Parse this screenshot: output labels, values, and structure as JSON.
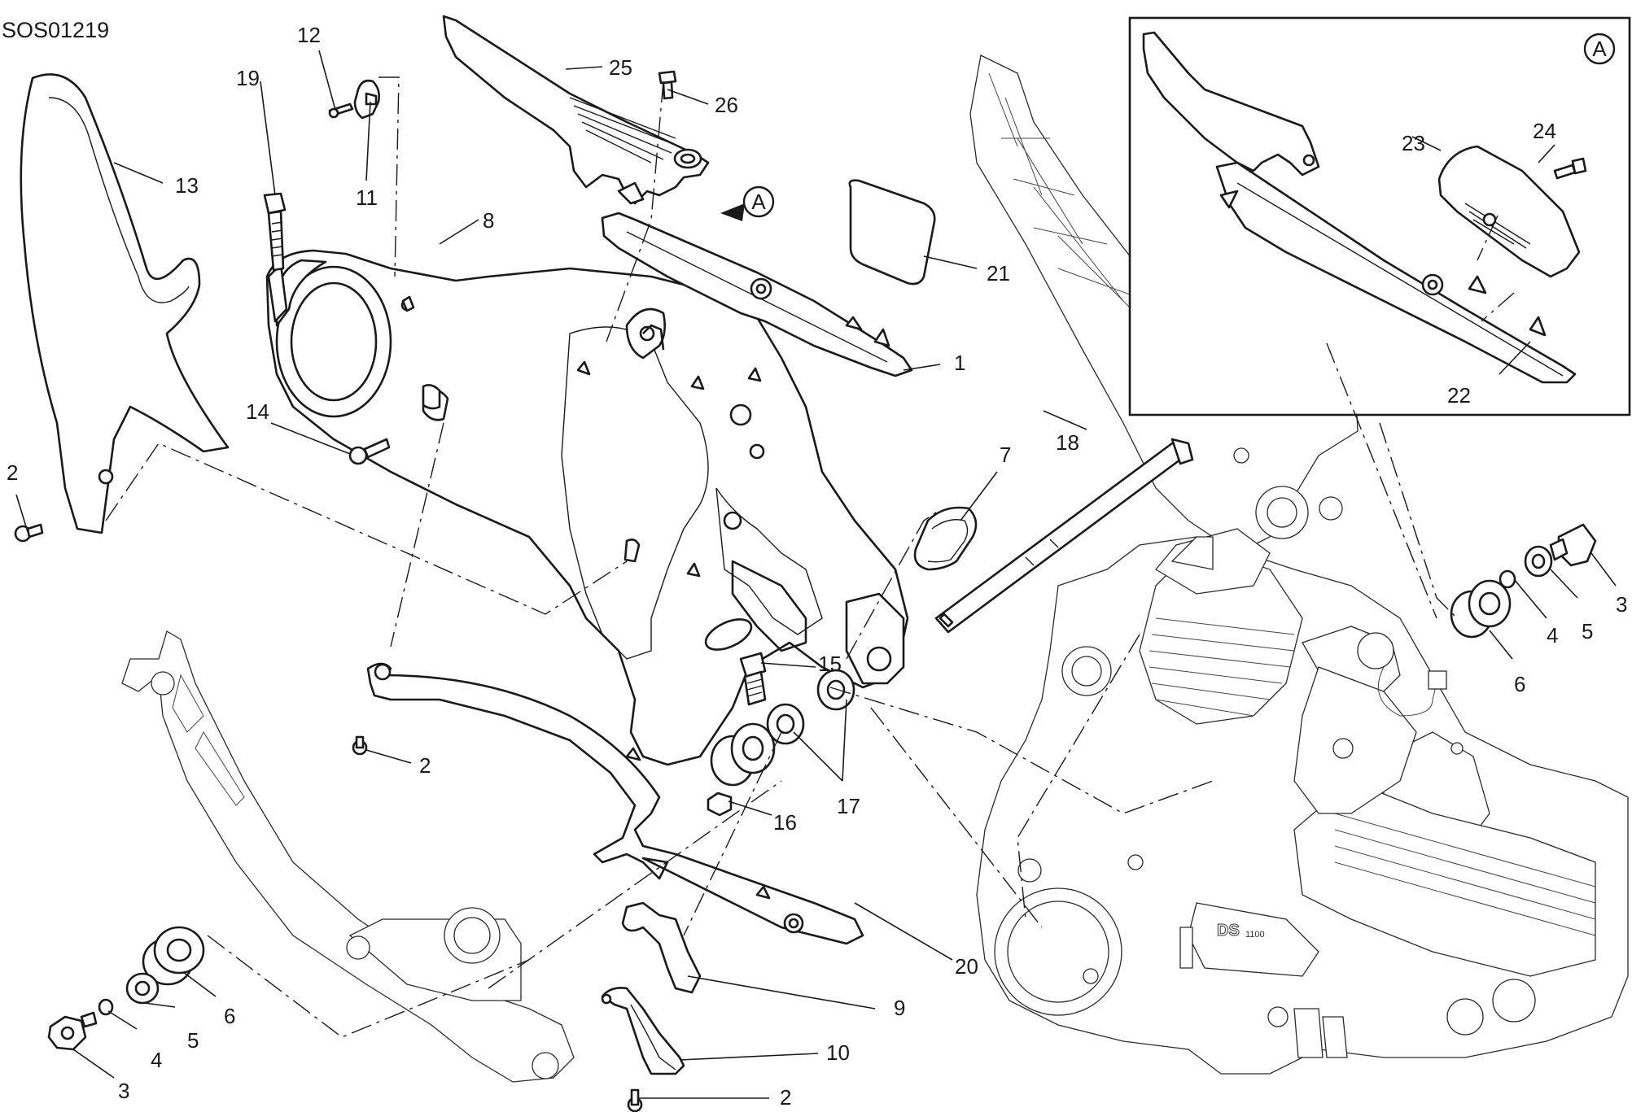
{
  "drawing": {
    "code": "SOS01219",
    "detail_marker": "A",
    "engine_badge": "DS",
    "engine_badge_size": "1100"
  },
  "callouts": [
    {
      "id": "c1",
      "text": "1"
    },
    {
      "id": "c2a",
      "text": "2"
    },
    {
      "id": "c2b",
      "text": "2"
    },
    {
      "id": "c2c",
      "text": "2"
    },
    {
      "id": "c3a",
      "text": "3"
    },
    {
      "id": "c3b",
      "text": "3"
    },
    {
      "id": "c4a",
      "text": "4"
    },
    {
      "id": "c4b",
      "text": "4"
    },
    {
      "id": "c5a",
      "text": "5"
    },
    {
      "id": "c5b",
      "text": "5"
    },
    {
      "id": "c6a",
      "text": "6"
    },
    {
      "id": "c6b",
      "text": "6"
    },
    {
      "id": "c7",
      "text": "7"
    },
    {
      "id": "c8",
      "text": "8"
    },
    {
      "id": "c9",
      "text": "9"
    },
    {
      "id": "c10",
      "text": "10"
    },
    {
      "id": "c11",
      "text": "11"
    },
    {
      "id": "c12",
      "text": "12"
    },
    {
      "id": "c13",
      "text": "13"
    },
    {
      "id": "c14",
      "text": "14"
    },
    {
      "id": "c15",
      "text": "15"
    },
    {
      "id": "c16",
      "text": "16"
    },
    {
      "id": "c17",
      "text": "17"
    },
    {
      "id": "c18",
      "text": "18"
    },
    {
      "id": "c19",
      "text": "19"
    },
    {
      "id": "c20",
      "text": "20"
    },
    {
      "id": "c21",
      "text": "21"
    },
    {
      "id": "c22",
      "text": "22"
    },
    {
      "id": "c23",
      "text": "23"
    },
    {
      "id": "c24",
      "text": "24"
    },
    {
      "id": "c25",
      "text": "25"
    },
    {
      "id": "c26",
      "text": "26"
    }
  ]
}
